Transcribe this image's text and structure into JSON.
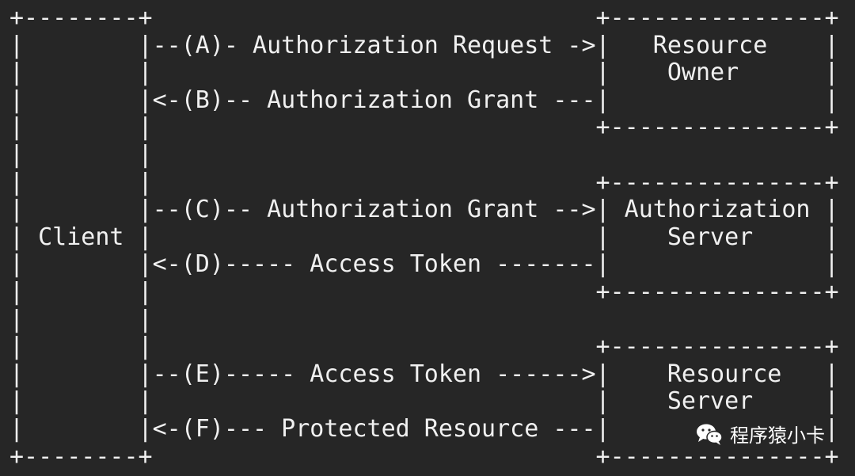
{
  "diagram": {
    "lines": [
      "+--------+                               +---------------+",
      "|        |--(A)- Authorization Request ->|   Resource    |",
      "|        |                               |    Owner      |",
      "|        |<-(B)-- Authorization Grant ---|               |",
      "|        |                               +---------------+",
      "|        |",
      "|        |                               +---------------+",
      "|        |--(C)-- Authorization Grant -->| Authorization |",
      "| Client |                               |    Server     |",
      "|        |<-(D)----- Access Token -------|               |",
      "|        |                               +---------------+",
      "|        |",
      "|        |                               +---------------+",
      "|        |--(E)----- Access Token ------>|    Resource   |",
      "|        |                               |    Server     |",
      "|        |<-(F)--- Protected Resource ---|               |",
      "+--------+                               +---------------+"
    ]
  },
  "watermark": {
    "text": "程序猿小卡",
    "icon": "wechat-icon"
  },
  "colors": {
    "background": "#262626",
    "text": "#f0f0f0"
  }
}
